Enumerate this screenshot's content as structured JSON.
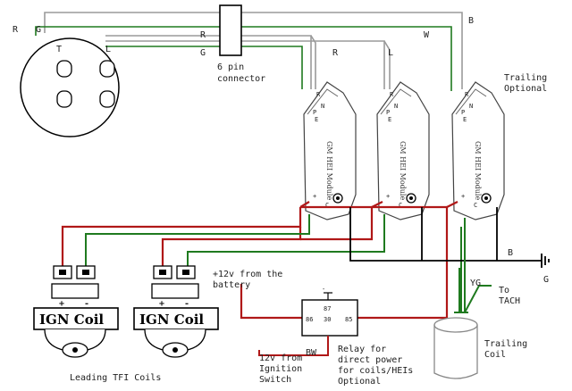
{
  "distributor": {
    "pin_t": "T",
    "pin_l": "L"
  },
  "wires": {
    "r_left": "R",
    "g_left": "G",
    "b_top": "B",
    "w": "W",
    "r_mid": "R",
    "g_mid": "G",
    "r_hei": "R",
    "l_hei": "L",
    "b_right": "B",
    "g_right": "G",
    "yg": "YG",
    "bw": "BW"
  },
  "connector": {
    "label_line1": "6 pin",
    "label_line2": "connector"
  },
  "hei_modules": [
    {
      "text": "GM HEI Module",
      "pins": [
        "R",
        "N",
        "P",
        "E"
      ],
      "plus": "+",
      "c": "C"
    },
    {
      "text": "GM HEI Module",
      "pins": [
        "R",
        "N",
        "P",
        "E"
      ],
      "plus": "+",
      "c": "C"
    },
    {
      "text": "GM HEI Module",
      "pins": [
        "R",
        "N",
        "P",
        "E"
      ],
      "plus": "+",
      "c": "C"
    }
  ],
  "labels": {
    "trailing_optional_1": "Trailing",
    "trailing_optional_2": "Optional",
    "battery_1": "+12v from the",
    "battery_2": "battery",
    "ignition_1": "12v from",
    "ignition_2": "Ignition",
    "ignition_3": "Switch",
    "relay_1": "Relay for",
    "relay_2": "direct power",
    "relay_3": "for coils/HEIs",
    "relay_4": "Optional",
    "to_tach_1": "To",
    "to_tach_2": "TACH",
    "trailing_coil_1": "Trailing",
    "trailing_coil_2": "Coil",
    "leading_coils": "Leading TFI Coils"
  },
  "coils": [
    {
      "label": "IGN Coil",
      "plus": "+",
      "minus": "-"
    },
    {
      "label": "IGN Coil",
      "plus": "+",
      "minus": "-"
    }
  ],
  "relay": {
    "pin85": "85",
    "pin86": "86",
    "pin87": "87",
    "pin30": "30"
  },
  "colors": {
    "red": "#b01818",
    "green": "#1f7a1f",
    "gray": "#9a9a9a",
    "black": "#000000"
  }
}
